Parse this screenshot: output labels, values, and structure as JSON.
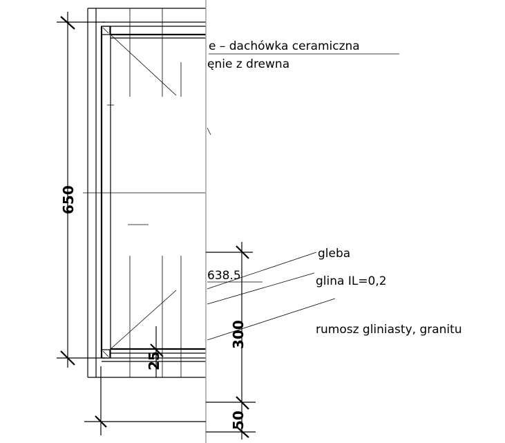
{
  "labels": {
    "layer_top_1": "e – dachówka ceramiczna",
    "layer_top_2": "ęnie z drewna",
    "soil_1": "gleba",
    "soil_2": "glina IL=0,2",
    "soil_3": "rumosz gliniasty, granitu",
    "level": "638.5"
  },
  "dimensions": {
    "height_total": "650",
    "height_lower": "300",
    "bottom_offset": "50",
    "small": "25"
  }
}
